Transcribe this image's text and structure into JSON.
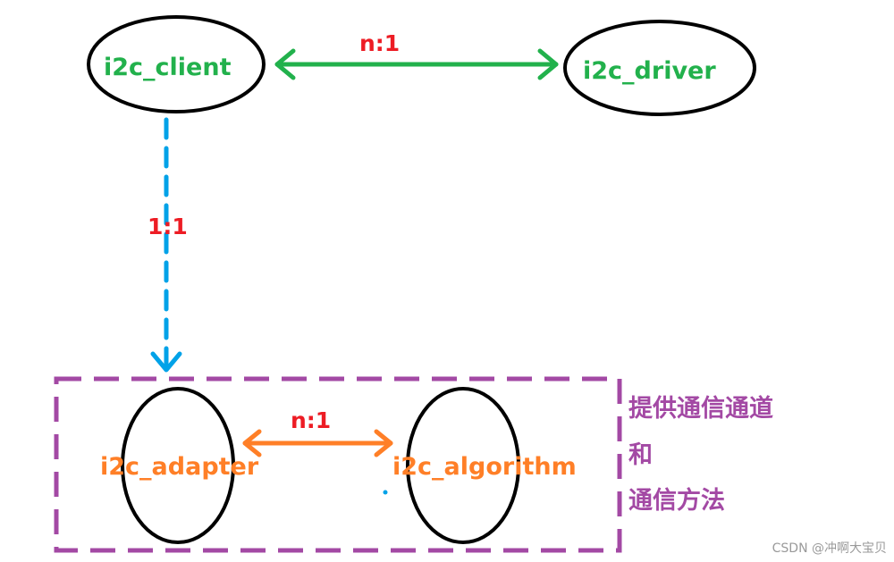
{
  "colors": {
    "green": "#22b14c",
    "red": "#ed1c24",
    "blue": "#00a2e8",
    "orange": "#ff7f27",
    "purple": "#a349a4",
    "black": "#000000"
  },
  "nodes": {
    "client": "i2c_client",
    "driver": "i2c_driver",
    "adapter": "i2c_adapter",
    "algorithm": "i2c_algorithm"
  },
  "relations": {
    "client_driver": "n:1",
    "client_adapter": "1:1",
    "adapter_algorithm": "n:1"
  },
  "note": {
    "line1": "提供通信通道",
    "line2": "和",
    "line3": "通信方法"
  },
  "watermark": "CSDN @冲啊大宝贝"
}
